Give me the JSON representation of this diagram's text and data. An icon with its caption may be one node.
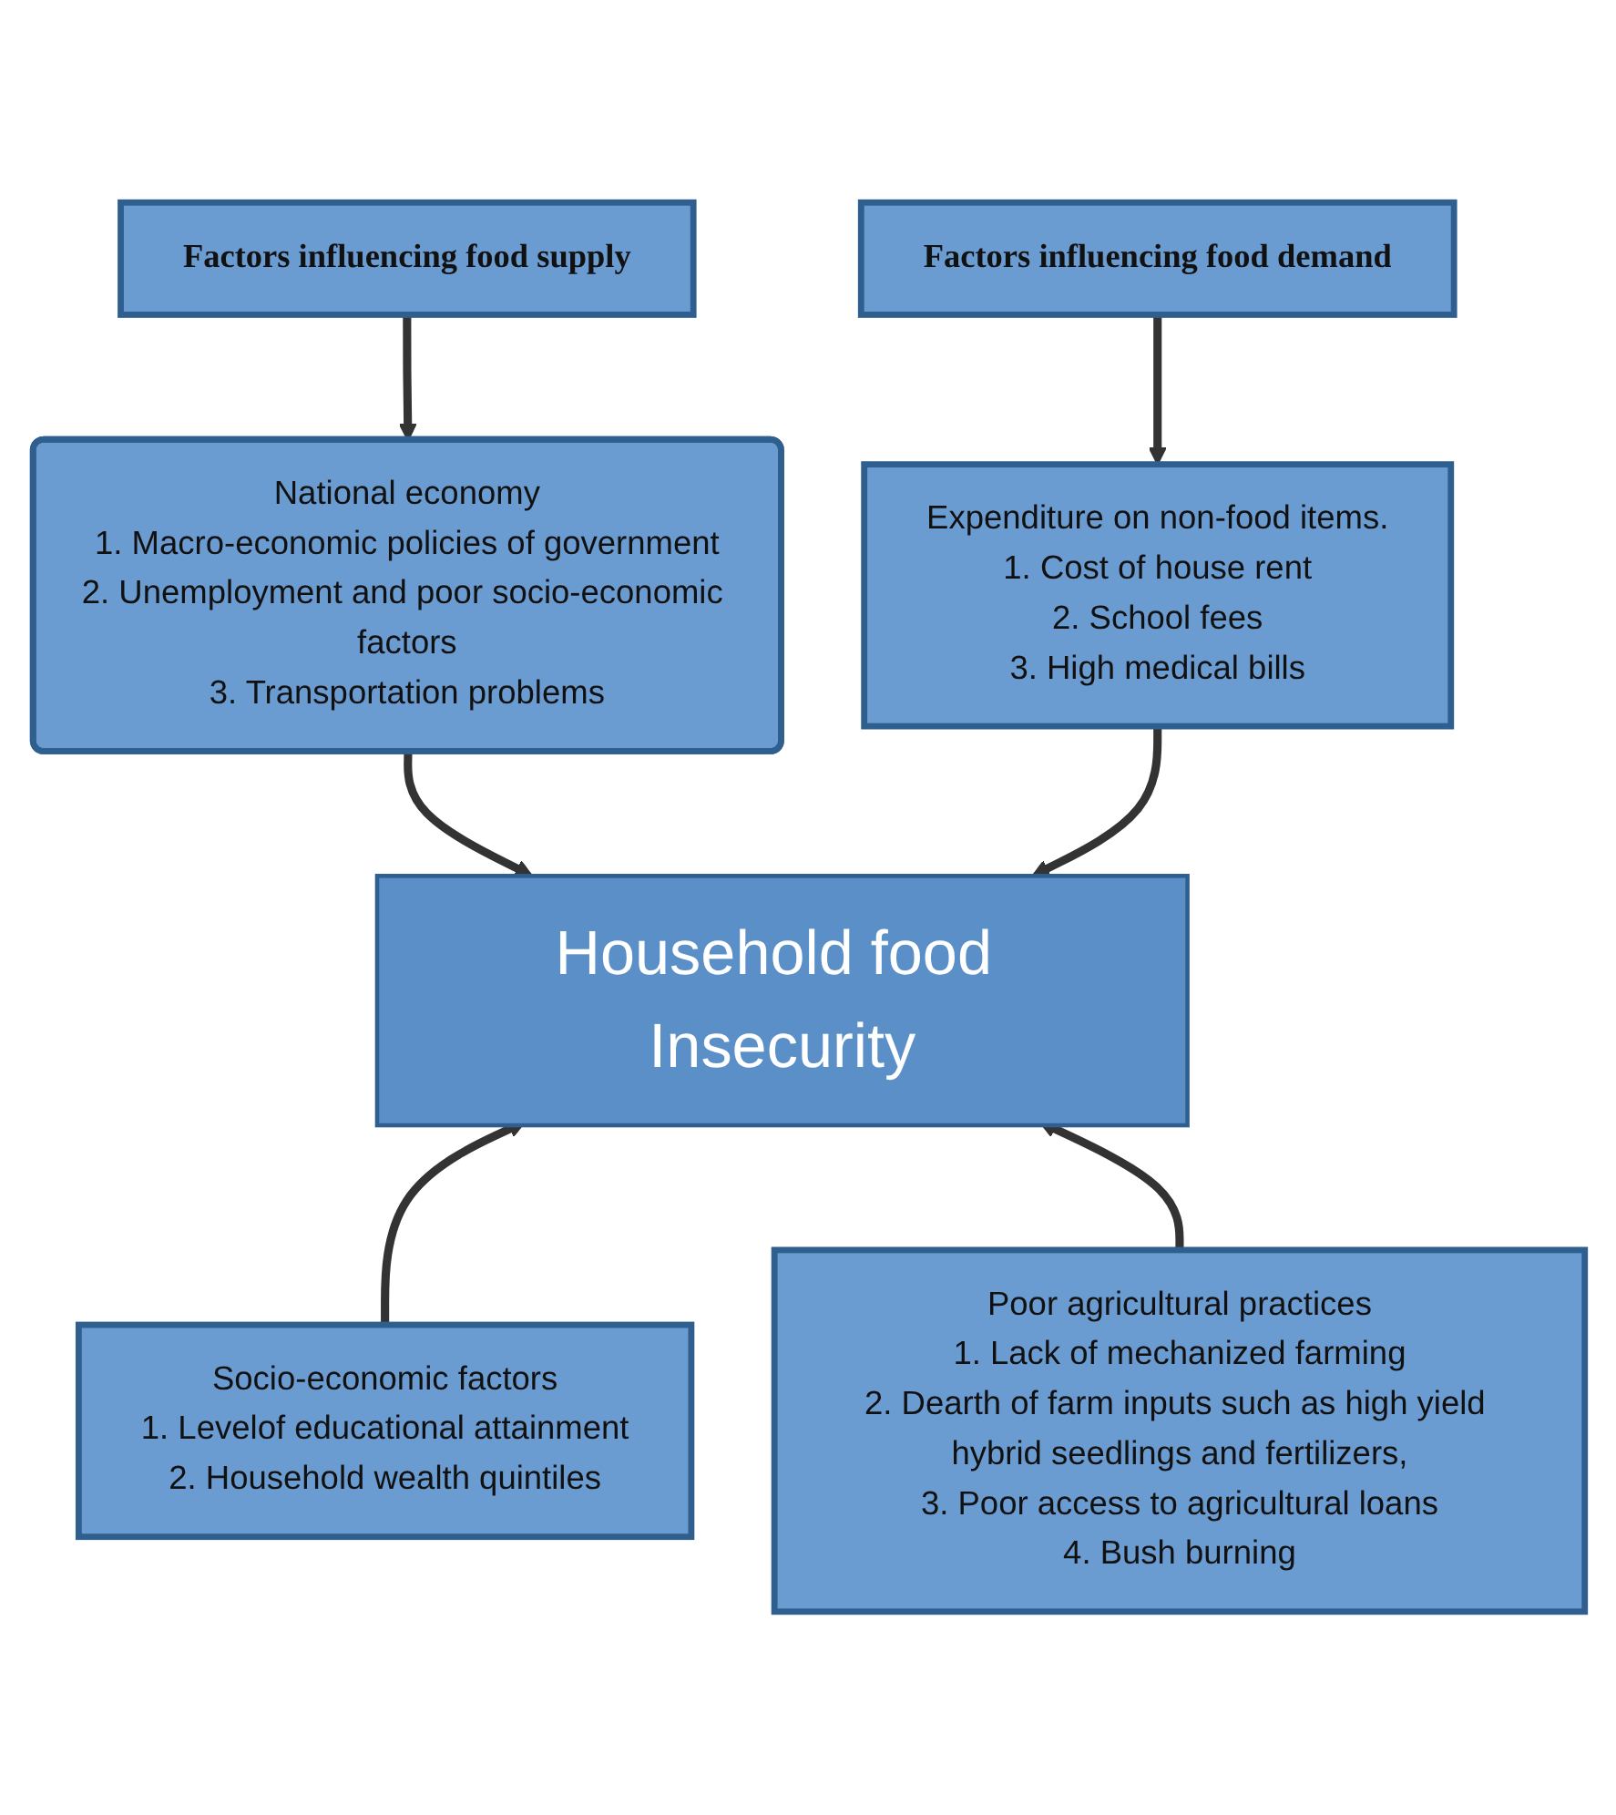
{
  "diagram": {
    "nodes": [
      {
        "text": [
          "Factors influencing food supply"
        ]
      },
      {
        "text": [
          "Factors influencing food demand"
        ]
      },
      {
        "text": [
          "National economy",
          "1. Macro-economic policies of government",
          "2. Unemployment and poor socio-economic factors",
          "3. Transportation problems"
        ]
      },
      {
        "text": [
          "Expenditure on non-food items.",
          "1. Cost of house rent",
          "2. School fees",
          "3. High medical bills"
        ]
      },
      {
        "text": [
          "Household food Insecurity"
        ]
      },
      {
        "text": [
          "Socio-economic factors",
          "1. Levelof educational attainment",
          "2. Household wealth quintiles"
        ]
      },
      {
        "text": [
          "Poor agricultural practices",
          "1. Lack of mechanized farming",
          "2. Dearth of farm inputs such as high yield hybrid seedlings and fertilizers,",
          "3. Poor access to agricultural loans",
          "4. Bush burning"
        ]
      }
    ],
    "edges": [
      {
        "from": 0,
        "to": 2,
        "arrow": "to"
      },
      {
        "from": 1,
        "to": 3,
        "arrow": "to"
      },
      {
        "from": 2,
        "to": 4,
        "arrow": "to"
      },
      {
        "from": 3,
        "to": 4,
        "arrow": "to"
      },
      {
        "from": 5,
        "to": 4,
        "arrow": "to"
      },
      {
        "from": 6,
        "to": 4,
        "arrow": "to"
      }
    ]
  }
}
